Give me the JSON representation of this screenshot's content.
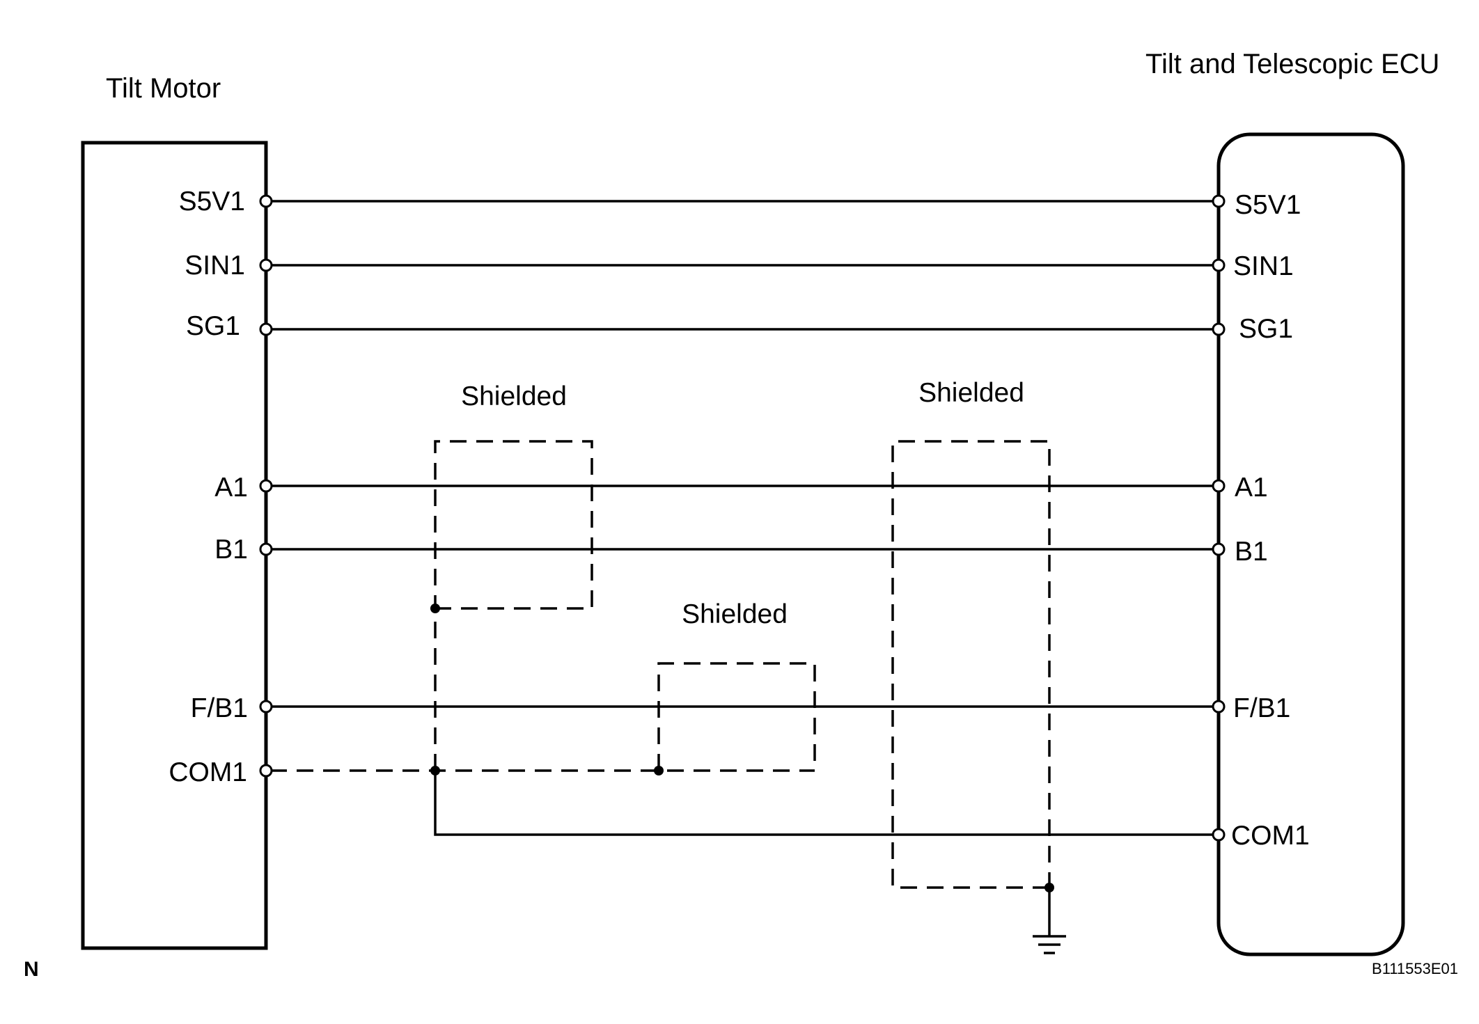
{
  "diagram": {
    "left_component": {
      "title": "Tilt Motor",
      "pins": [
        "S5V1",
        "SIN1",
        "SG1",
        "A1",
        "B1",
        "F/B1",
        "COM1"
      ]
    },
    "right_component": {
      "title": "Tilt and Telescopic ECU",
      "pins": [
        "S5V1",
        "SIN1",
        "SG1",
        "A1",
        "B1",
        "F/B1",
        "COM1"
      ]
    },
    "shield_labels": [
      "Shielded",
      "Shielded",
      "Shielded"
    ],
    "corner_mark": "N",
    "figure_code": "B111553E01"
  }
}
